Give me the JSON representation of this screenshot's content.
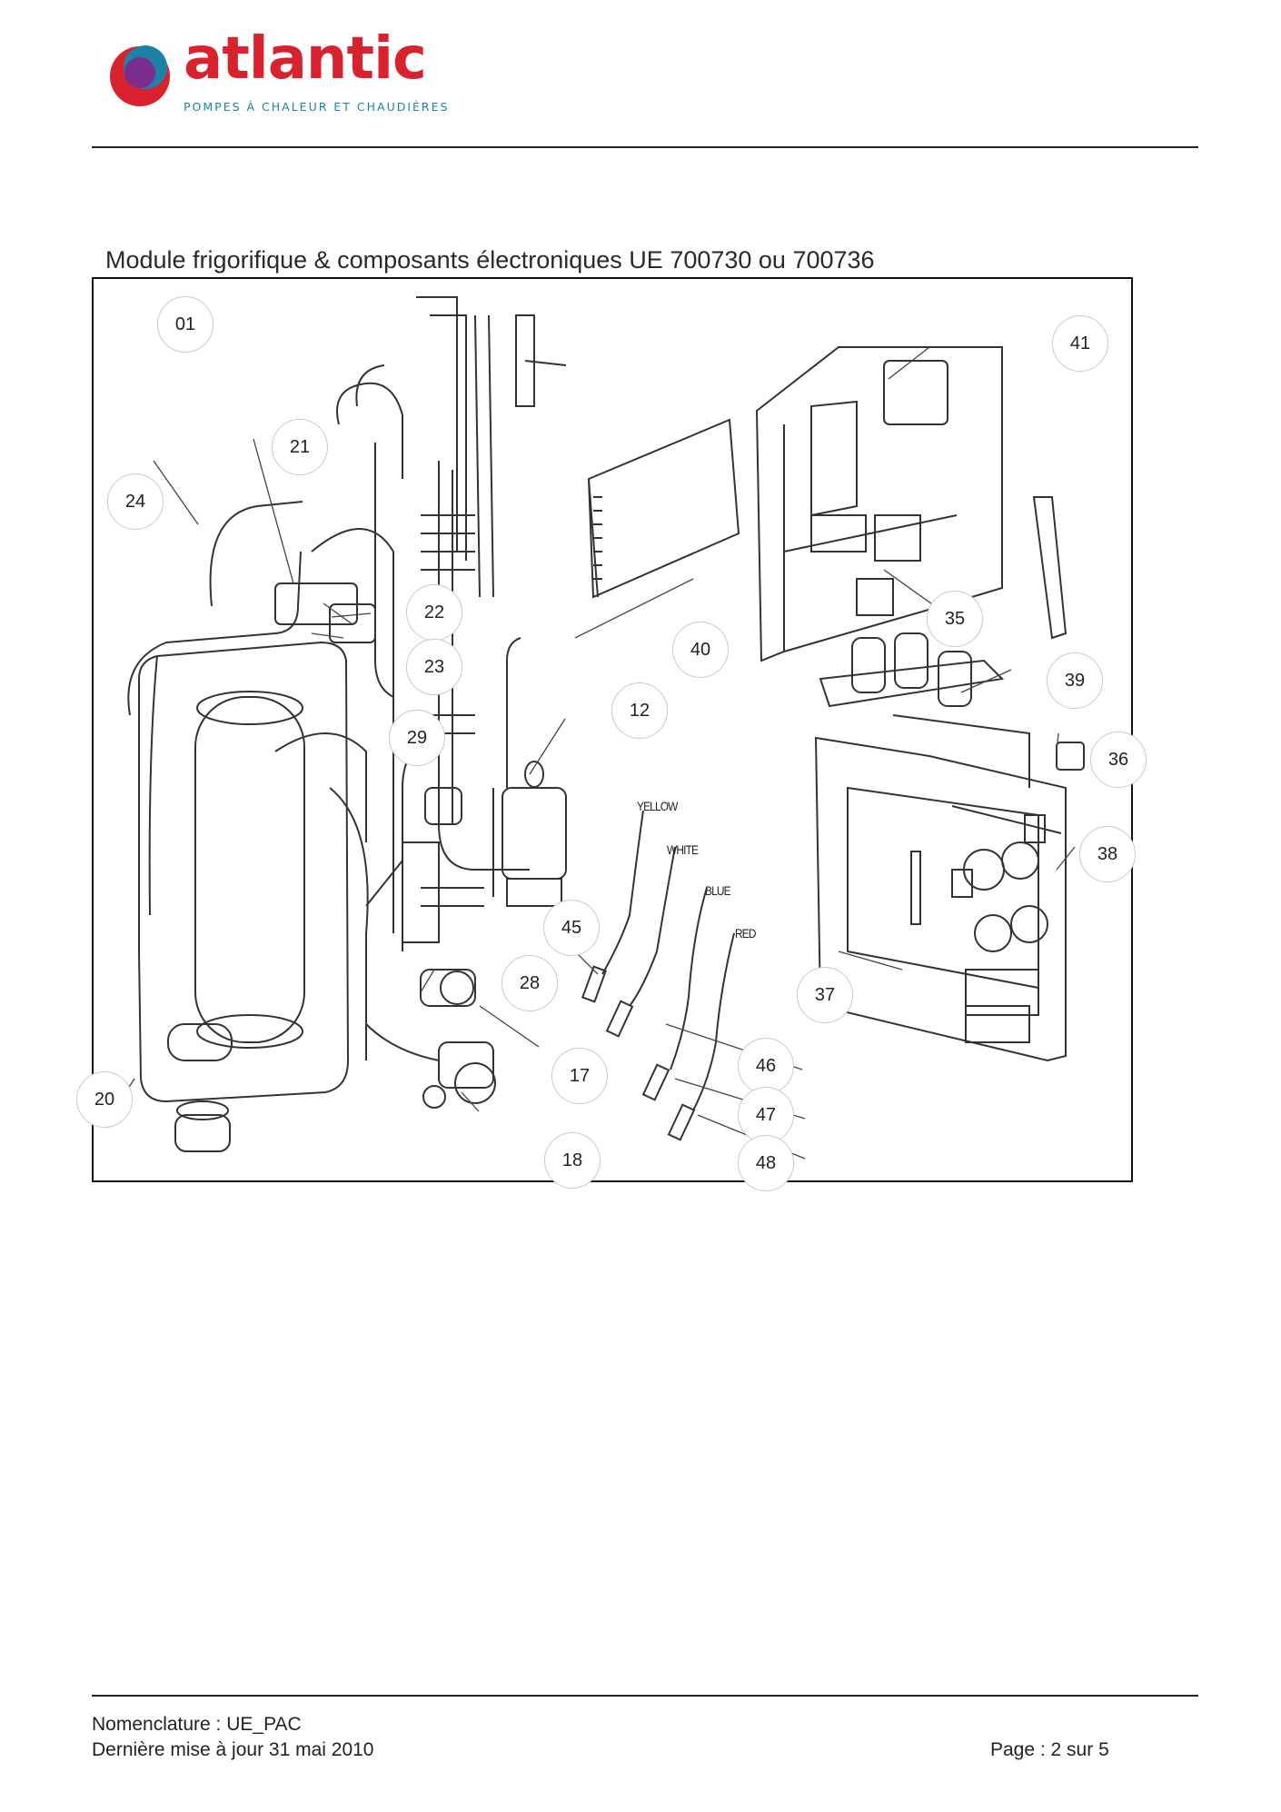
{
  "brand": {
    "name": "atlantic",
    "tagline": "POMPES À CHALEUR ET CHAUDIÈRES",
    "colors": {
      "red": "#d8232f",
      "blue": "#1d83a6",
      "purple": "#7a2d8c"
    }
  },
  "document": {
    "title": "Module frigorifique & composants électroniques UE 700730 ou 700736"
  },
  "diagram": {
    "callouts": [
      "01",
      "41",
      "21",
      "24",
      "22",
      "23",
      "40",
      "35",
      "39",
      "12",
      "29",
      "36",
      "38",
      "45",
      "28",
      "37",
      "17",
      "46",
      "20",
      "47",
      "18",
      "48"
    ],
    "wire_labels": [
      "YELLOW",
      "WHITE",
      "BLUE",
      "RED"
    ]
  },
  "footer": {
    "line1": "Nomenclature : UE_PAC",
    "line2": "Dernière mise à jour 31 mai 2010",
    "page": "Page : 2 sur 5"
  }
}
